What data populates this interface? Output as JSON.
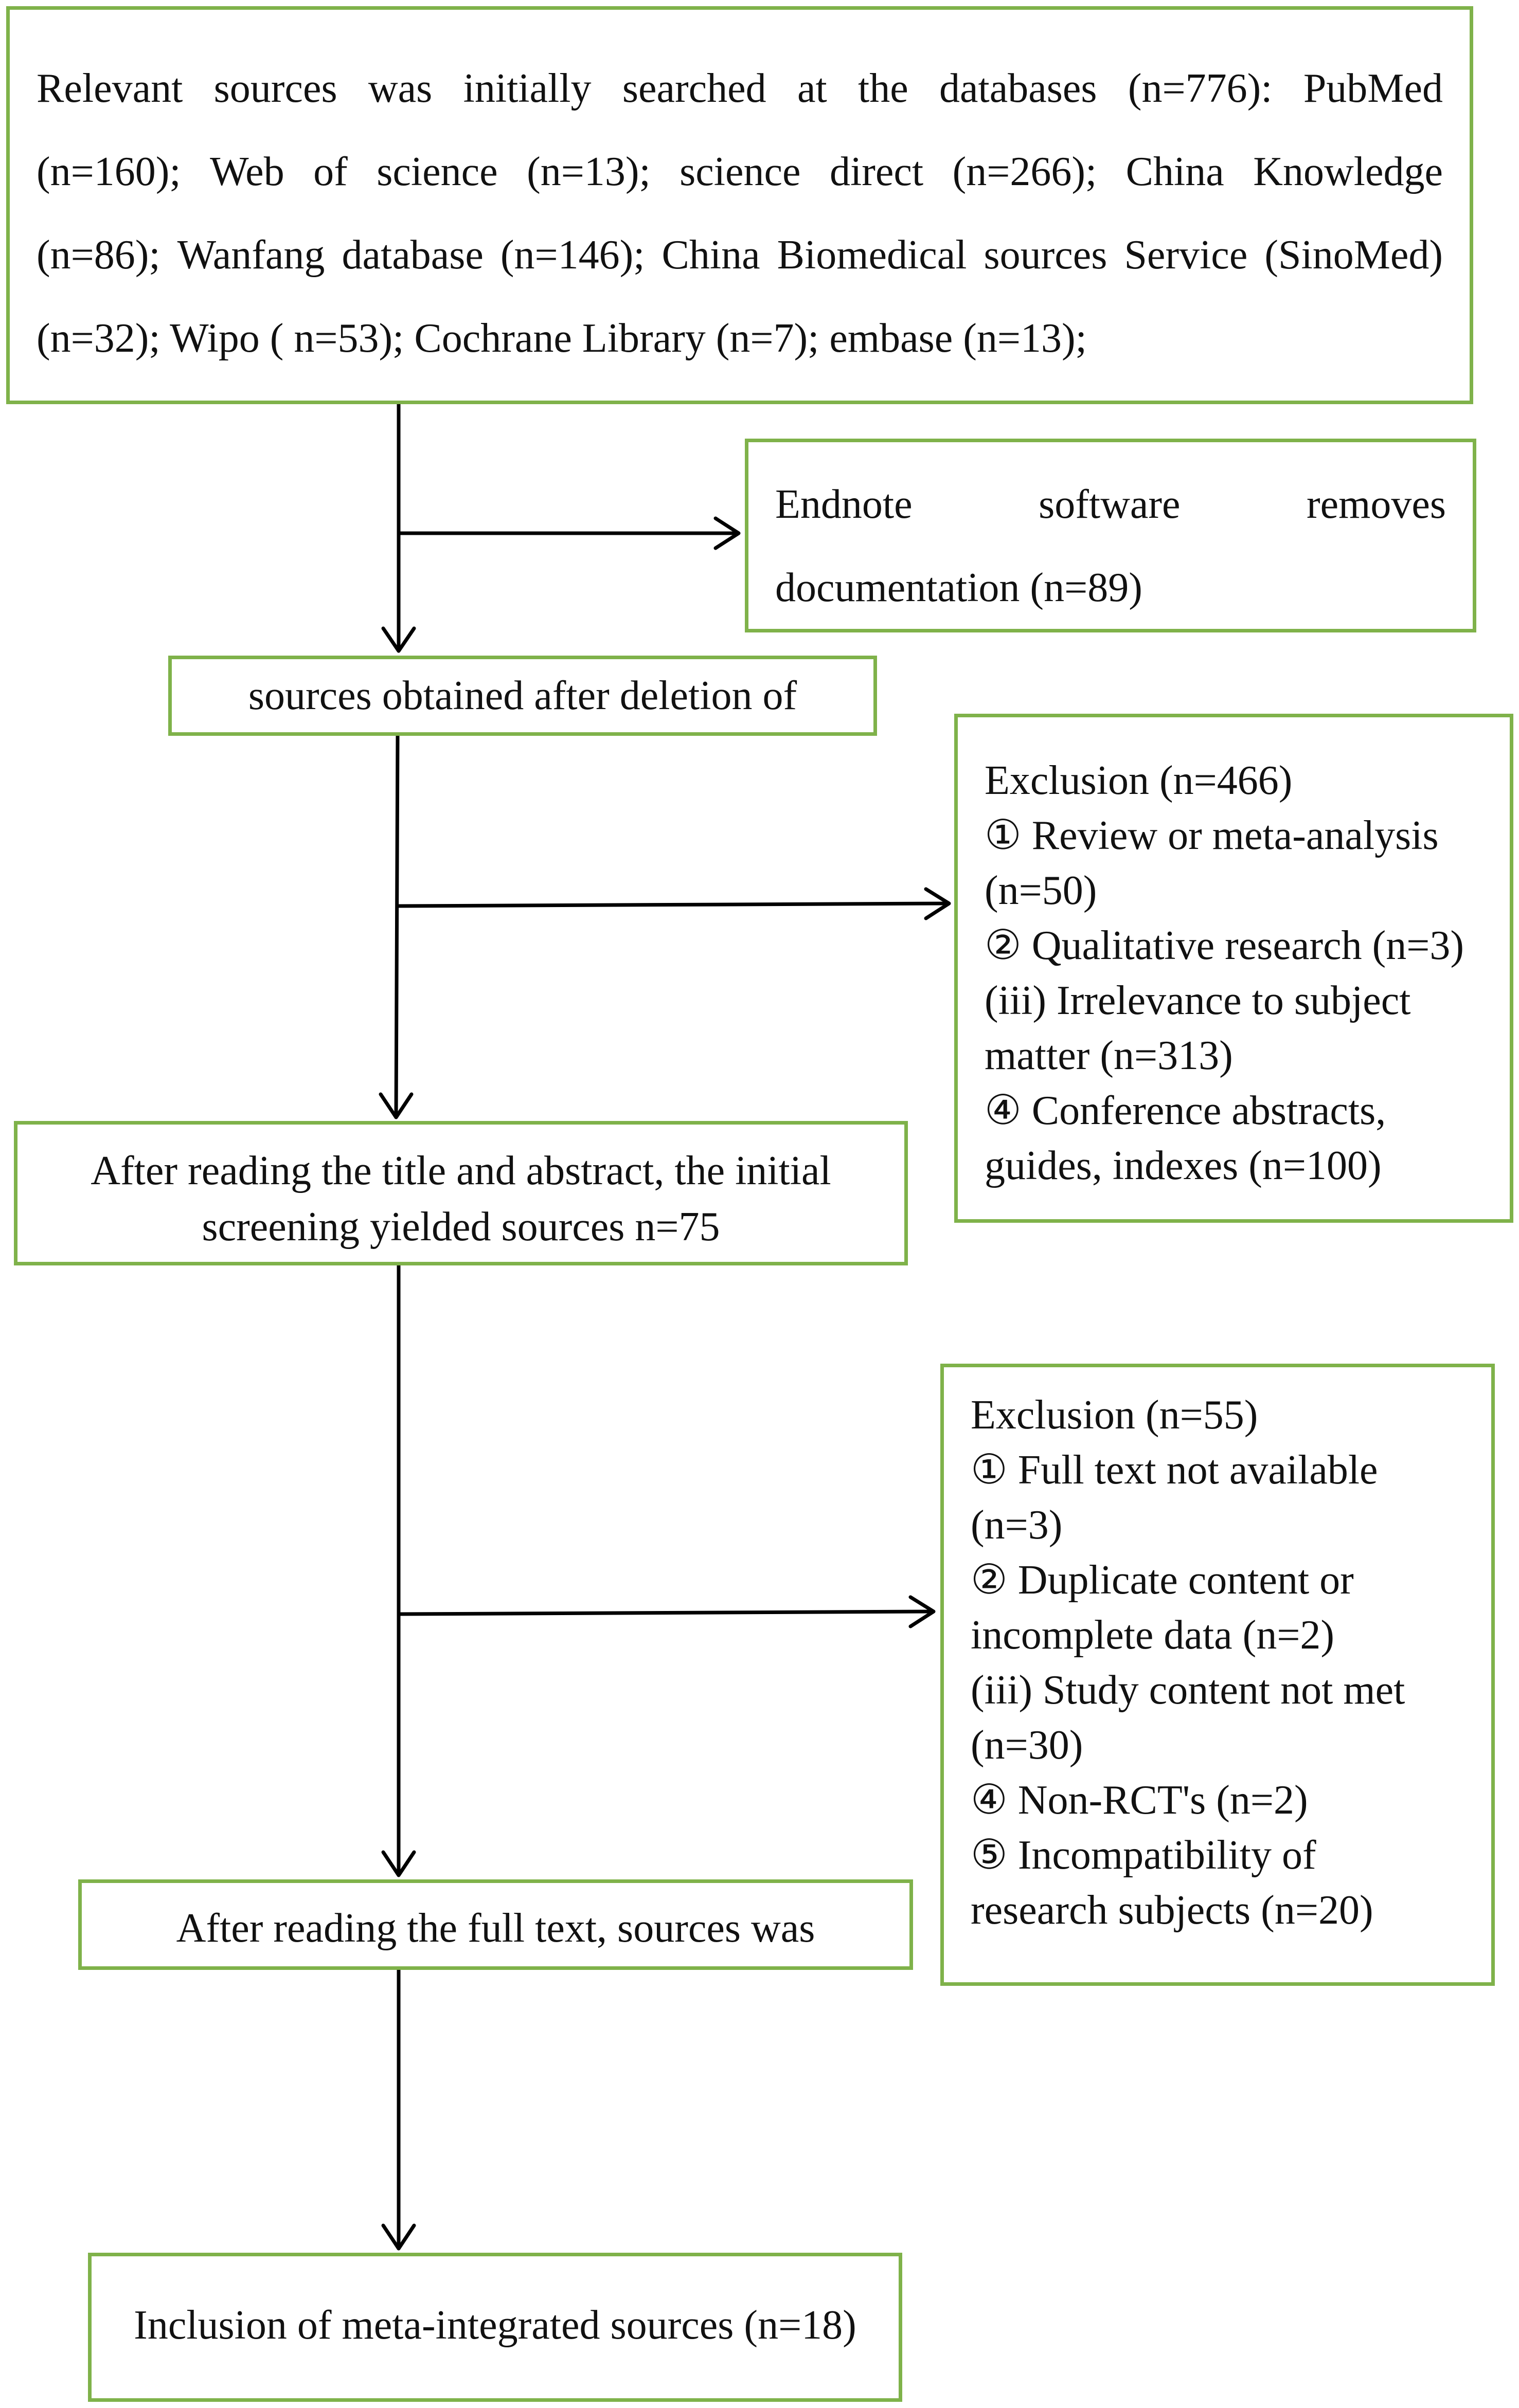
{
  "databases": {
    "lines": [
      [
        "Relevant",
        "sources",
        "was",
        "initially",
        "searched",
        "at",
        "the",
        "databases",
        "(n=776):",
        "PubMed"
      ],
      [
        "(n=160);",
        "Web",
        "of",
        "science",
        "(n=13);",
        "science",
        "direct",
        "(n=266);",
        "China",
        "Knowledge"
      ],
      [
        "(n=86);",
        "Wanfang",
        "database",
        "(n=146);",
        "China",
        "Biomedical",
        "sources",
        "Service",
        "(SinoMed)"
      ]
    ],
    "last_line": "(n=32); Wipo ( n=53); Cochrane Library (n=7); embase (n=13);"
  },
  "endnote": {
    "line1_words": [
      "Endnote",
      "software",
      "removes"
    ],
    "line2": "documentation (n=89)"
  },
  "deletion": {
    "text": "sources obtained after deletion of"
  },
  "exclusion1": {
    "lines": [
      "Exclusion (n=466)",
      "① Review or meta-analysis",
      "(n=50)",
      "② Qualitative research (n=3)",
      "(iii) Irrelevance to subject",
      "matter (n=313)",
      "④ Conference abstracts,",
      "guides, indexes (n=100)"
    ]
  },
  "screening": {
    "line1": "After reading the title and abstract, the initial",
    "line2": "screening yielded sources n=75"
  },
  "exclusion2": {
    "lines": [
      "Exclusion (n=55)",
      "① Full text not available",
      "(n=3)",
      "② Duplicate content or",
      "incomplete data (n=2)",
      "(iii) Study content not met",
      "(n=30)",
      "④ Non-RCT's (n=2)",
      "⑤  Incompatibility of",
      "research subjects (n=20)"
    ]
  },
  "fulltext": {
    "text": "After reading the full text, sources was"
  },
  "inclusion": {
    "text": "Inclusion of meta-integrated sources (n=18)"
  },
  "colors": {
    "box_border": "#7fb24a",
    "arrow": "#000000",
    "text": "#111111"
  }
}
